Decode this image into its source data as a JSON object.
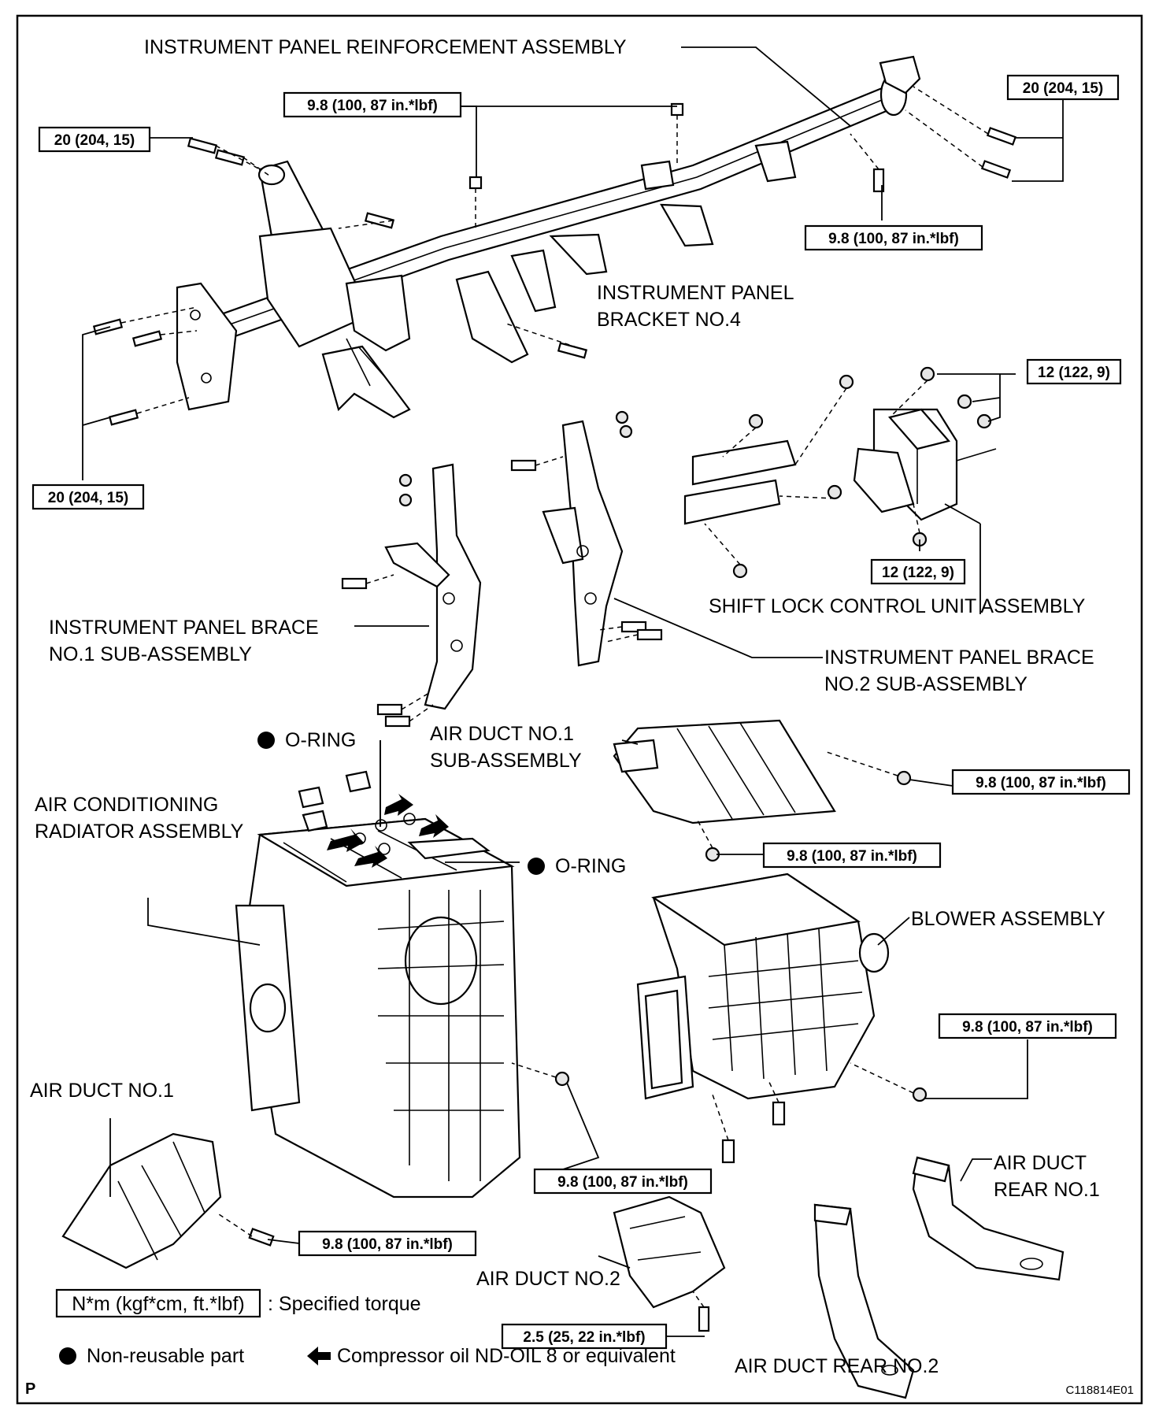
{
  "labels": {
    "reinforcement": "INSTRUMENT PANEL REINFORCEMENT ASSEMBLY",
    "bracket4_l1": "INSTRUMENT PANEL",
    "bracket4_l2": "BRACKET NO.4",
    "shift_lock": "SHIFT LOCK CONTROL UNIT ASSEMBLY",
    "brace1_l1": "INSTRUMENT PANEL BRACE",
    "brace1_l2": "NO.1 SUB-ASSEMBLY",
    "brace2_l1": "INSTRUMENT PANEL BRACE",
    "brace2_l2": "NO.2 SUB-ASSEMBLY",
    "oring": "O-RING",
    "air_duct1_sub_l1": "AIR DUCT NO.1",
    "air_duct1_sub_l2": "SUB-ASSEMBLY",
    "ac_radiator_l1": "AIR CONDITIONING",
    "ac_radiator_l2": "RADIATOR ASSEMBLY",
    "blower": "BLOWER ASSEMBLY",
    "air_duct1": "AIR DUCT NO.1",
    "air_duct_rear1_l1": "AIR DUCT",
    "air_duct_rear1_l2": "REAR NO.1",
    "air_duct2": "AIR DUCT NO.2",
    "air_duct_rear2": "AIR DUCT REAR NO.2"
  },
  "torques": {
    "t20": "20 (204, 15)",
    "t98": "9.8 (100, 87 in.*lbf)",
    "t12": "12 (122, 9)",
    "t25": "2.5 (25, 22 in.*lbf)"
  },
  "legend": {
    "unit_box": "N*m (kgf*cm, ft.*lbf)",
    "unit_desc": ": Specified torque",
    "non_reusable": "Non-reusable part",
    "compressor_oil": "Compressor oil ND-OIL 8 or equivalent"
  },
  "footer": {
    "page_mark": "P",
    "figure_code": "C118814E01"
  }
}
